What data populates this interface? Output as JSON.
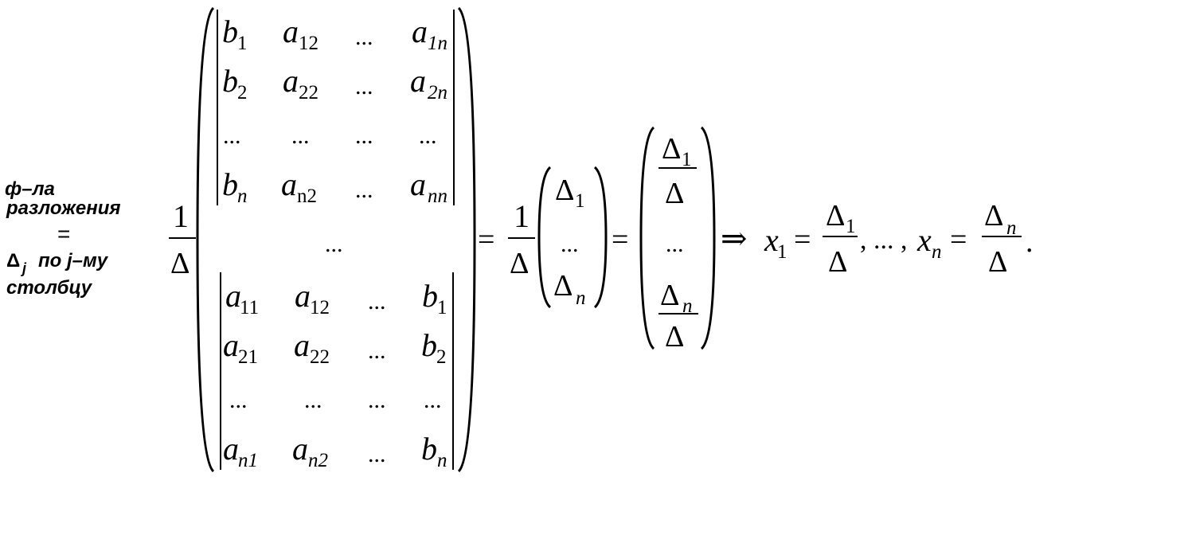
{
  "note": {
    "line1": "ф–ла",
    "line2": "разложения",
    "eq": "=",
    "delta": "Δ",
    "j": "j",
    "line3_rest": "по j–му",
    "line4": "столбцу"
  },
  "sym": {
    "one": "1",
    "delta": "Δ",
    "dots": "...",
    "eq": "=",
    "implies": "⇒",
    "x": "x",
    "comma_dots": ", ... ,",
    "period": ".",
    "s1": "1",
    "sn": "n"
  },
  "det1": [
    [
      "b",
      "1",
      "a",
      "12",
      "...",
      "",
      "a",
      "1n"
    ],
    [
      "b",
      "2",
      "a",
      "22",
      "...",
      "",
      "a",
      "2n"
    ],
    [
      "...",
      "",
      "...",
      "",
      "...",
      "",
      "...",
      ""
    ],
    [
      "b",
      "n",
      "a",
      "n2",
      "...",
      "",
      "a",
      "nn"
    ]
  ],
  "det2": [
    [
      "a",
      "11",
      "a",
      "12",
      "...",
      "",
      "b",
      "1"
    ],
    [
      "a",
      "21",
      "a",
      "22",
      "...",
      "",
      "b",
      "2"
    ],
    [
      "...",
      "",
      "...",
      "",
      "...",
      "",
      "...",
      ""
    ],
    [
      "a",
      "n1",
      "a",
      "n2",
      "...",
      "",
      "b",
      "n"
    ]
  ]
}
